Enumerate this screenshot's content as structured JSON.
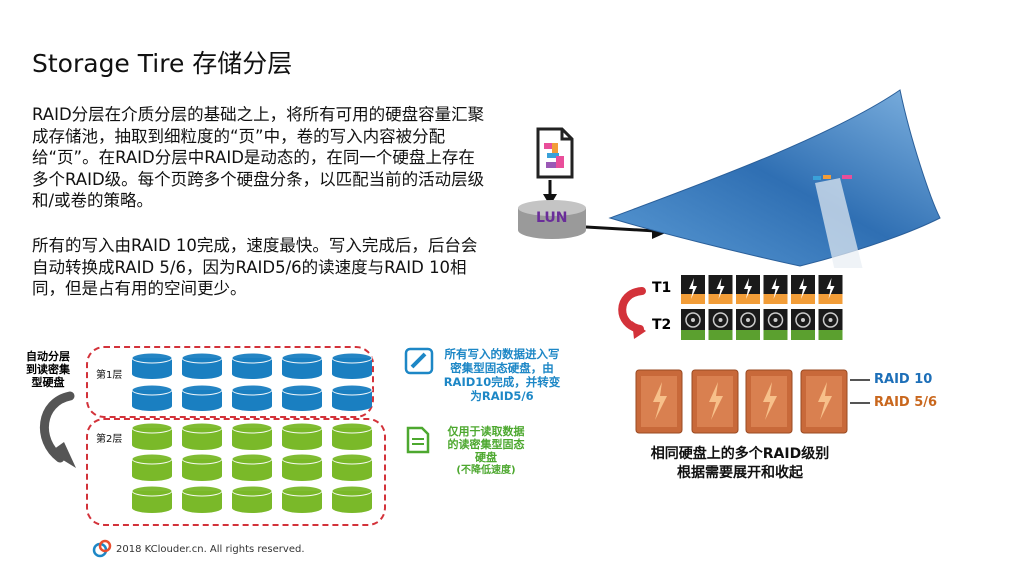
{
  "title": "Storage Tire 存储分层",
  "paragraph1": "RAID分层在介质分层的基础之上，将所有可用的硬盘容量汇聚成存储池，抽取到细粒度的“页”中，卷的写入内容被分配给“页”。在RAID分层中RAID是动态的，在同一个硬盘上存在多个RAID级。每个页跨多个硬盘分条，以匹配当前的活动层级和/或卷的策略。",
  "paragraph2": "所有的写入由RAID 10完成，速度最快。写入完成后，后台会自动转换成RAID 5/6，因为RAID5/6的读速度与RAID 10相同，但是占有用的空间更少。",
  "left_diagram": {
    "auto_tier_label": [
      "自动分层",
      "到读密集",
      "型硬盘"
    ],
    "tier1_label": "第1层",
    "tier2_label": "第2层",
    "note_write": [
      "所有写入的数据进入写",
      "密集型固态硬盘，由",
      "RAID10完成，并转变",
      "为RAID5/6"
    ],
    "note_read": [
      "仅用于读取数据",
      "的读密集型固态",
      "硬盘"
    ],
    "note_read_sub": "(不降低速度)",
    "colors": {
      "tier1": "#1a7fc1",
      "tier2": "#7ab929",
      "border": "#d3323a"
    }
  },
  "right_diagram": {
    "lun_label": "LUN",
    "t1_label": "T1",
    "t2_label": "T2",
    "raid10_label": "RAID 10",
    "raid56_label": "RAID 5/6",
    "caption": [
      "相同硬盘上的多个RAID级别",
      "根据需要展开和收起"
    ],
    "colors": {
      "raid10": "#1d6fb8",
      "raid56": "#c9671d",
      "disk": "#c8693a"
    }
  },
  "copyright": "2018 KClouder.cn. All rights reserved."
}
